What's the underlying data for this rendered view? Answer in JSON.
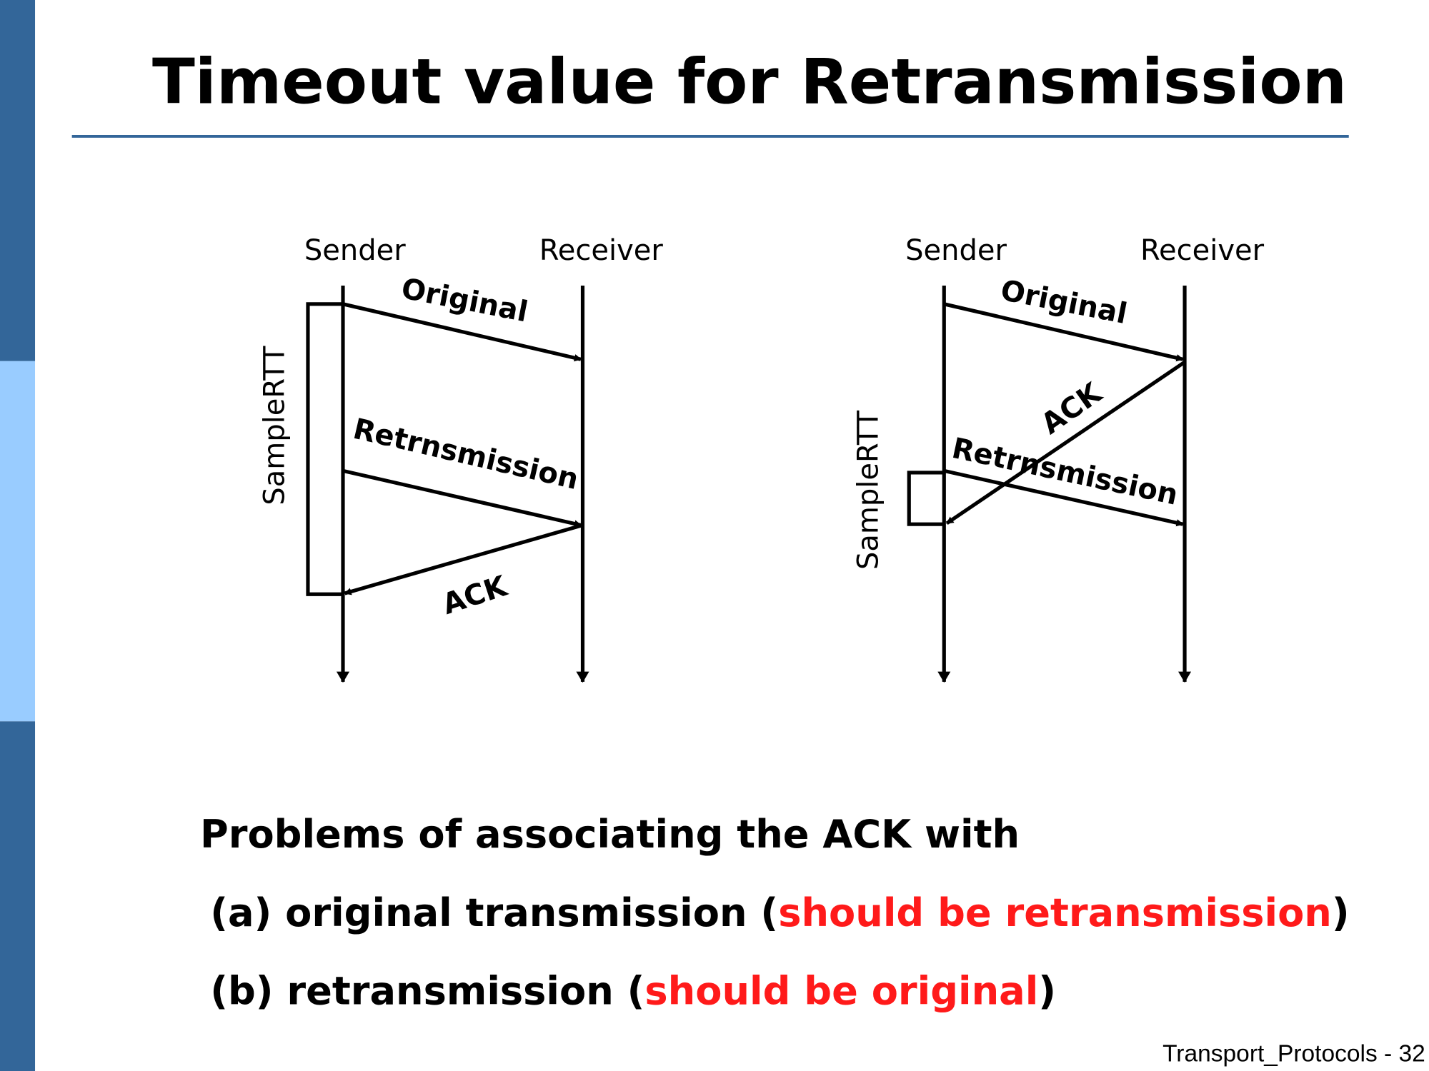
{
  "slide": {
    "title": "Timeout value for Retransmission",
    "accent_color": "#336699",
    "footer": "Transport_Protocols - 32"
  },
  "diagram_left": {
    "sender": "Sender",
    "receiver": "Receiver",
    "sample_rtt": "SampleRTT",
    "original": "Original",
    "retransmission": "Retrnsmission",
    "ack": "ACK"
  },
  "diagram_right": {
    "sender": "Sender",
    "receiver": "Receiver",
    "sample_rtt": "SampleRTT",
    "original": "Original",
    "retransmission": "Retrnsmission",
    "ack": "ACK"
  },
  "body": {
    "heading": "Problems of associating the ACK with",
    "item_a": {
      "prefix": "(a) original transmission (",
      "highlight": "should be retransmission",
      "suffix": ")"
    },
    "item_b": {
      "prefix": "(b) retransmission (",
      "highlight": "should be original",
      "suffix": ")"
    },
    "highlight_color": "#ff1a1a"
  }
}
